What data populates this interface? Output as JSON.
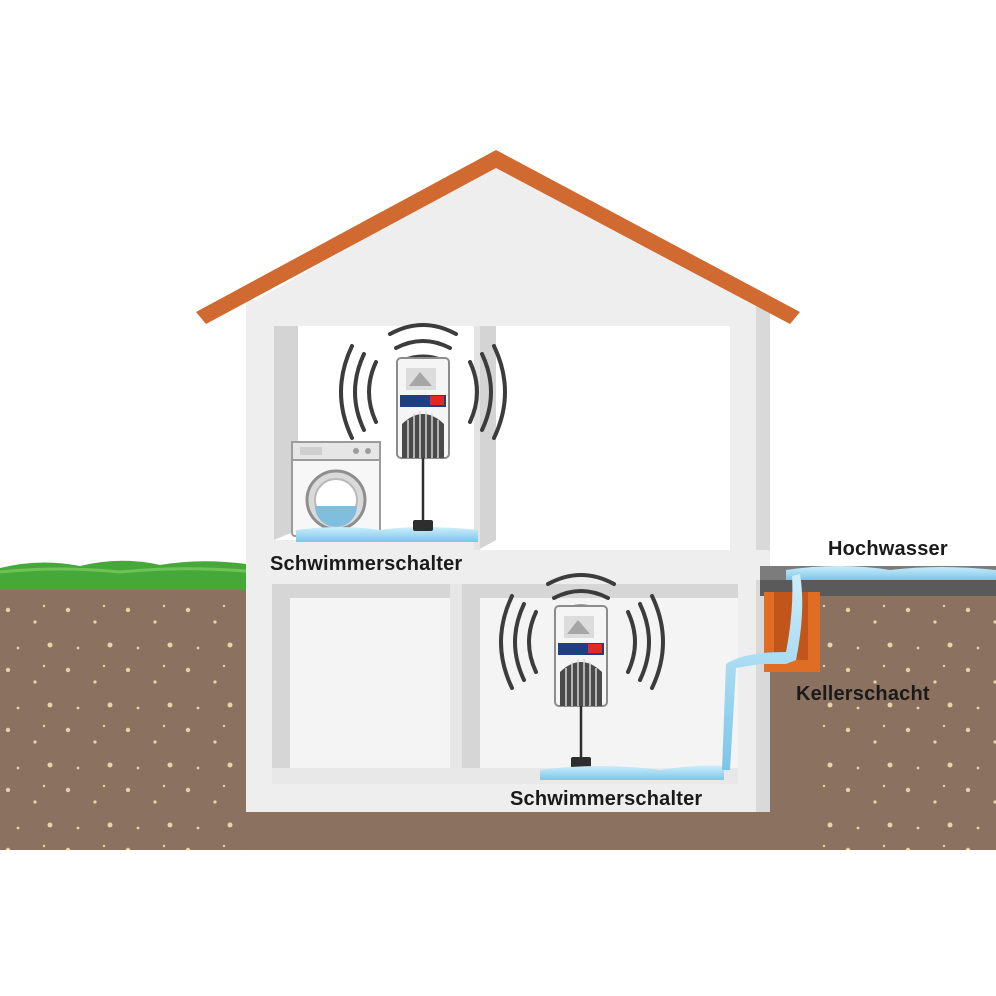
{
  "labels": {
    "upper_float_switch": "Schwimmerschalter",
    "lower_float_switch": "Schwimmerschalter",
    "flood_water": "Hochwasser",
    "basement_shaft": "Kellerschacht"
  },
  "colors": {
    "roof": "#d06a30",
    "wall": "#f1f1f1",
    "wall_shadow": "#cfcfcf",
    "soil": "#8b7260",
    "grass": "#47a83a",
    "water": "#a9dbf1",
    "shaft": "#e06d24",
    "device_body": "#f5f5f5",
    "signal": "#3c3c3c"
  },
  "icons": [
    "washing-machine-icon",
    "water-alarm-device-icon",
    "wireless-signal-icon"
  ]
}
